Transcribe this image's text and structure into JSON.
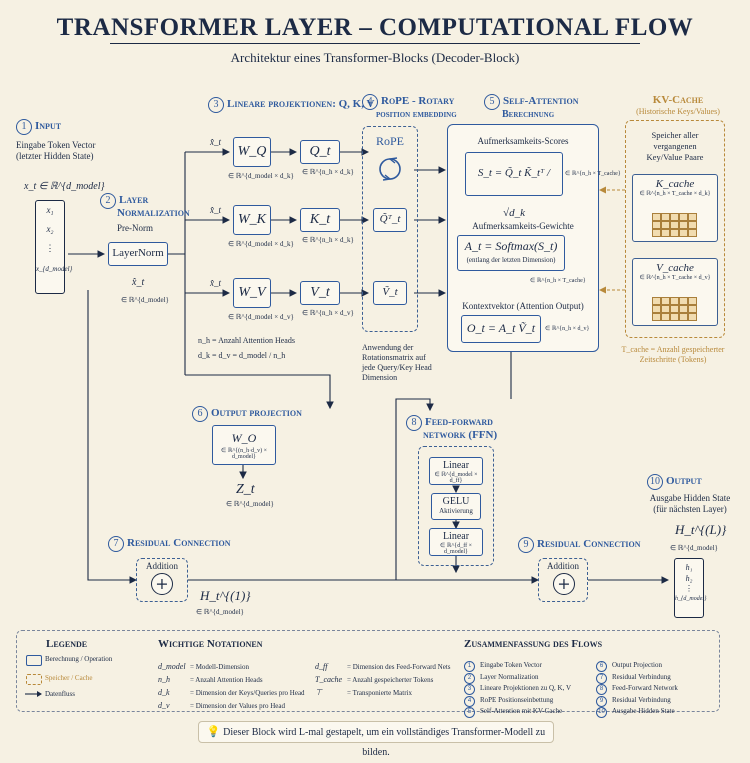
{
  "title": "TRANSFORMER LAYER – COMPUTATIONAL FLOW",
  "subtitle": "Architektur eines Transformer-Blocks (Decoder-Block)",
  "s1": {
    "num": "1",
    "title": "Input",
    "desc1": "Eingabe Token Vector",
    "desc2": "(letzter Hidden State)",
    "vec": "x_t ∈ ℝ^{d_model}",
    "entries": [
      "x₁",
      "x₂",
      "⋮",
      "x_{d_model}"
    ]
  },
  "s2": {
    "num": "2",
    "title1": "Layer",
    "title2": "Normalization",
    "desc": "Pre-Norm",
    "box": "LayerNorm",
    "out": "x̂_t",
    "out_dim": "∈ ℝ^{d_model}"
  },
  "s3": {
    "num": "3",
    "title": "Lineare projektionen: Q, K, V",
    "xhat": "x̂_t",
    "rows": [
      {
        "w": "W_Q",
        "wdim": "∈ ℝ^{d_model × d_k}",
        "out": "Q_t",
        "odim": "∈ ℝ^{n_h × d_k}"
      },
      {
        "w": "W_K",
        "wdim": "∈ ℝ^{d_model × d_k}",
        "out": "K_t",
        "odim": "∈ ℝ^{n_h × d_k}"
      },
      {
        "w": "W_V",
        "wdim": "∈ ℝ^{d_model × d_v}",
        "out": "V_t",
        "odim": "∈ ℝ^{n_h × d_v}"
      }
    ],
    "note1": "n_h = Anzahl Attention Heads",
    "note2": "d_k = d_v = d_model / n_h"
  },
  "s4": {
    "num": "4",
    "title1": "RoPE - Rotary",
    "title2": "position embedding",
    "rope": "RoPE",
    "q": "Q̃ᵀ_t",
    "v": "Ṽ_t",
    "note": [
      "Anwendung der",
      "Rotationsmatrix auf",
      "jede Query/Key Head",
      "Dimension"
    ]
  },
  "s5": {
    "num": "5",
    "title1": "Self-Attention",
    "title2": "Berechnung",
    "scores_label": "Aufmerksamkeits-Scores",
    "scores": "S_t = Q̃_t K̃_tᵀ / √d_k",
    "scores_dim": "∈ ℝ^{n_h × T_cache}",
    "weights_label": "Aufmerksamkeits-Gewichte",
    "weights": "A_t = Softmax(S_t)",
    "weights_sub": "(entlang der letzten Dimension)",
    "weights_dim": "∈ ℝ^{n_h × T_cache}",
    "ctx_label": "Kontextvektor (Attention Output)",
    "ctx": "O_t = A_t Ṽ_t",
    "ctx_dim": "∈ ℝ^{n_h × d_v}"
  },
  "kv": {
    "title": "KV-Cache",
    "sub": "(Historische Keys/Values)",
    "desc": [
      "Speicher aller",
      "vergangenen",
      "Key/Value Paare"
    ],
    "k": "K_cache",
    "kdim": "∈ ℝ^{n_h × T_cache × d_k}",
    "v": "V_cache",
    "vdim": "∈ ℝ^{n_h × T_cache × d_v}",
    "note1": "T_cache = Anzahl gespeicherter",
    "note2": "Zeitschritte (Tokens)"
  },
  "s6": {
    "num": "6",
    "title": "Output projection",
    "w": "W_O",
    "wdim": "∈ ℝ^{(n_h·d_v) × d_model}",
    "out": "Z_t",
    "odim": "∈ ℝ^{d_model}"
  },
  "s7": {
    "num": "7",
    "title": "Residual Connection",
    "label": "Addition",
    "out": "H_t^{(1)}",
    "odim": "∈ ℝ^{d_model}"
  },
  "s8": {
    "num": "8",
    "title1": "Feed-forward",
    "title2": "network (FFN)",
    "l1": "Linear",
    "l1dim": "∈ ℝ^{d_model × d_ff}",
    "gelu": "GELU",
    "gelu_sub": "Aktivierung",
    "l2": "Linear",
    "l2dim": "∈ ℝ^{d_ff × d_model}"
  },
  "s9": {
    "num": "9",
    "title": "Residual Connection",
    "label": "Addition"
  },
  "s10": {
    "num": "10",
    "title": "Output",
    "desc1": "Ausgabe Hidden State",
    "desc2": "(für nächsten Layer)",
    "out": "H_t^{(L)}",
    "odim": "∈ ℝ^{d_model}",
    "entries": [
      "h₁",
      "h₂",
      "⋮",
      "h_{d_model}"
    ]
  },
  "legend": {
    "title": "Legende",
    "items": [
      "Berechnung / Operation",
      "Speicher / Cache",
      "Datenfluss"
    ]
  },
  "notation": {
    "title": "Wichtige Notationen",
    "left": [
      [
        "d_model",
        "= Modell-Dimension"
      ],
      [
        "n_h",
        "= Anzahl Attention Heads"
      ],
      [
        "d_k",
        "= Dimension der Keys/Queries pro Head"
      ],
      [
        "d_v",
        "= Dimension der Values pro Head"
      ]
    ],
    "right": [
      [
        "d_ff",
        "= Dimension des Feed-Forward Nets"
      ],
      [
        "T_cache",
        "= Anzahl gespeicherter Tokens"
      ],
      [
        "⊤",
        "= Transponierte Matrix"
      ]
    ]
  },
  "summary": {
    "title": "Zusammenfassung des Flows",
    "left": [
      "Eingabe Token Vector",
      "Layer Normalization",
      "Lineare Projektionen zu Q, K, V",
      "RoPE Positionseinbettung",
      "Self-Attention mit KV-Cache"
    ],
    "right": [
      "Output Projection",
      "Residual Verbindung",
      "Feed-Forward Network",
      "Residual Verbindung",
      "Ausgabe Hidden State"
    ]
  },
  "footer": "Dieser Block wird L-mal gestapelt, um ein vollständiges Transformer-Modell zu bilden.",
  "colors": {
    "blue": "#2f5a9e",
    "navy": "#1c2a45",
    "gold": "#b8893a",
    "bg": "#f6f1e3"
  },
  "icons": [
    "rope-rotation-icon",
    "plus-icon",
    "lightbulb-icon",
    "arrow-icon"
  ]
}
